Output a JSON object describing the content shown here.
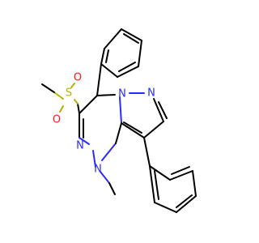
{
  "molecule": {
    "atoms": {
      "s": "S",
      "o_top": "O",
      "o_left": "O",
      "n_pyrazole_upper": "N",
      "n_pyrazole_bridge": "N",
      "n_triazine_left": "N",
      "n_triazine_methyl": "N"
    },
    "colors": {
      "carbon_bond": "#000000",
      "nitrogen": "#2a2aff",
      "sulfur": "#b2b200",
      "oxygen": "#ff1a1a"
    }
  }
}
